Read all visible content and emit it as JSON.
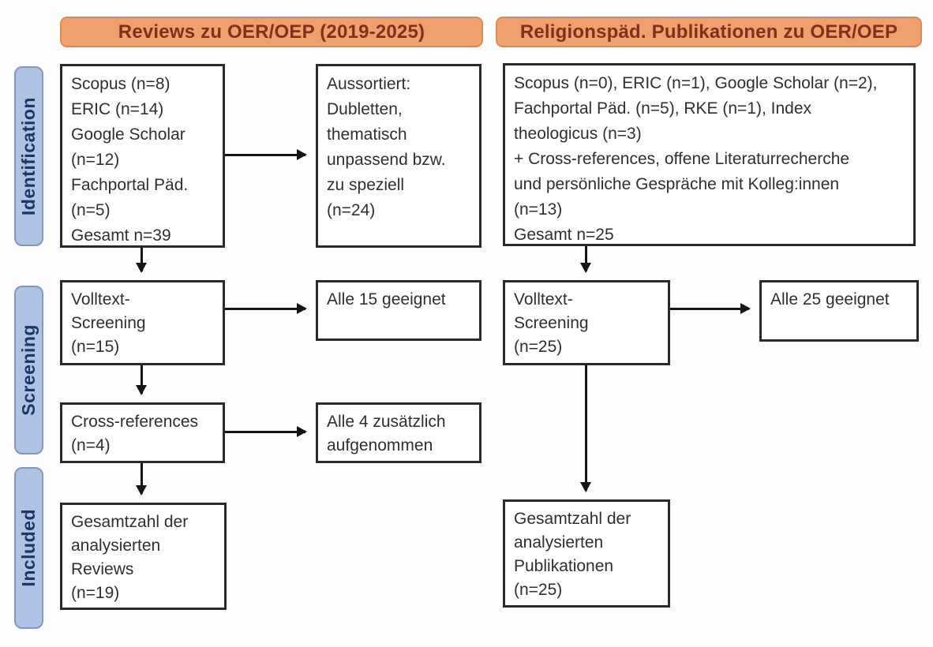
{
  "title_banners": {
    "left": "Reviews zu OER/OEP (2019-2025)",
    "right": "Religionspäd. Publikationen zu OER/OEP"
  },
  "stage_labels": {
    "identification": "Identification",
    "screening": "Screening",
    "included": "Included"
  },
  "left_flow": {
    "sources": "Scopus (n=8)\nERIC (n=14)\nGoogle Scholar\n(n=12)\nFachportal Päd.\n(n=5)\nGesamt n=39",
    "excluded": "Aussortiert:\nDubletten,\nthematisch\nunpassend bzw.\nzu speziell\n(n=24)",
    "fulltext_screening": "Volltext-\nScreening\n(n=15)",
    "fulltext_result": "Alle 15 geeignet",
    "cross_references": "Cross-references\n(n=4)",
    "cross_references_result": "Alle 4 zusätzlich\naufgenommen",
    "included_total": "Gesamtzahl der\nanalysierten\nReviews\n(n=19)"
  },
  "right_flow": {
    "sources": "Scopus (n=0), ERIC (n=1), Google Scholar (n=2),\nFachportal Päd. (n=5), RKE (n=1), Index\ntheologicus (n=3)\n+ Cross-references, offene Literaturrecherche\nund persönliche Gespräche mit Kolleg:innen\n(n=13)\nGesamt n=25",
    "fulltext_screening": "Volltext-\nScreening\n(n=25)",
    "fulltext_result": "Alle 25 geeignet",
    "included_total": "Gesamtzahl der\nanalysierten\nPublikationen\n(n=25)"
  },
  "colors": {
    "banner_fill": "#EFA06F",
    "banner_border": "#DB8A54",
    "banner_text": "#83301B",
    "stage_fill": "#AEC3E4",
    "stage_border": "#8496BB",
    "stage_text": "#1B3763",
    "box_border": "#2A2A2A",
    "box_text": "#2F2F2F",
    "arrow": "#151515"
  }
}
